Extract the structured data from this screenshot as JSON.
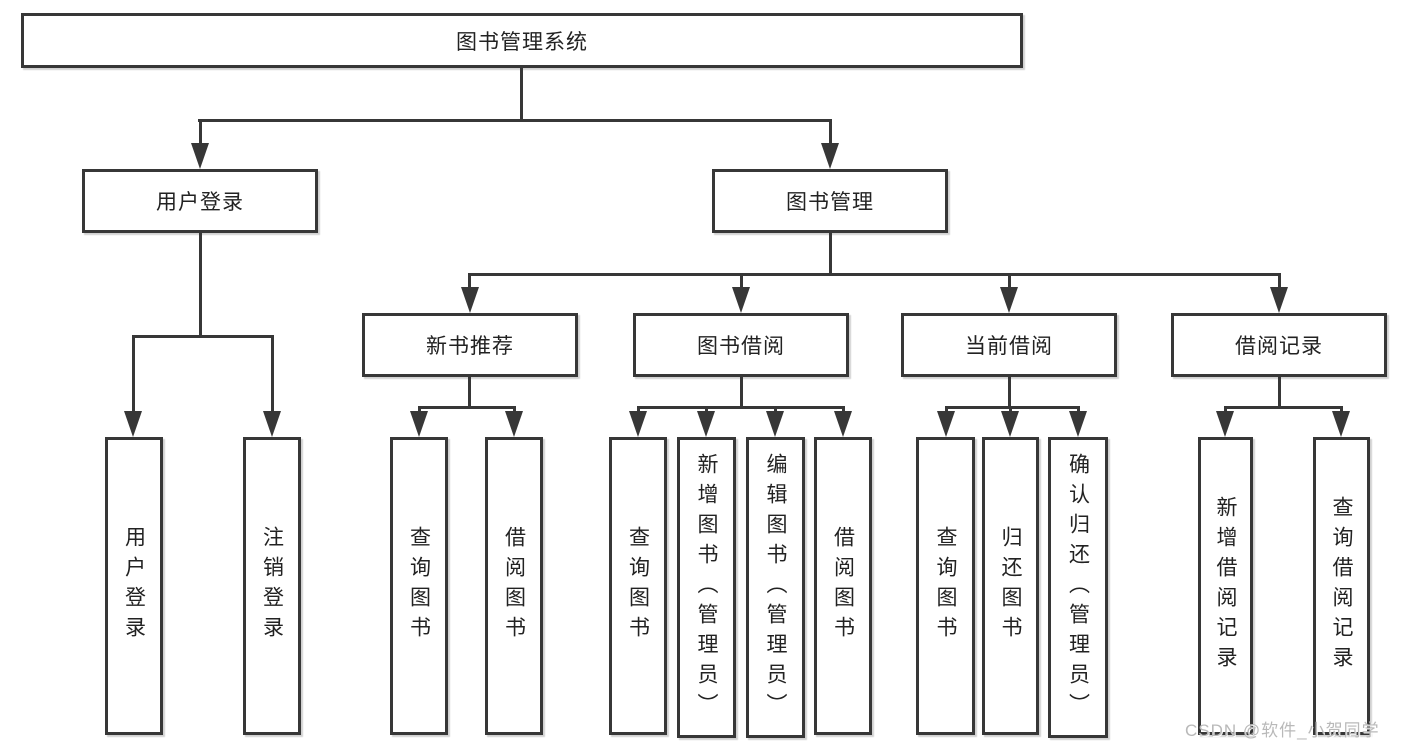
{
  "colors": {
    "line": "#373737",
    "border": "#373737",
    "text": "#222222",
    "watermark": "#b9b9b9",
    "background": "#ffffff"
  },
  "nodes": {
    "root": "图书管理系统",
    "level2": [
      "用户登录",
      "图书管理"
    ],
    "level3": [
      "新书推荐",
      "图书借阅",
      "当前借阅",
      "借阅记录"
    ],
    "leaves_user": [
      "用户登录",
      "注销登录"
    ],
    "leaves_recommend": [
      "查询图书",
      "借阅图书"
    ],
    "leaves_borrow": [
      "查询图书",
      "新增图书（管理员）",
      "编辑图书（管理员）",
      "借阅图书"
    ],
    "leaves_current": [
      "查询图书",
      "归还图书",
      "确认归还（管理员）"
    ],
    "leaves_records": [
      "新增借阅记录",
      "查询借阅记录"
    ]
  },
  "watermark": "CSDN @软件_小贺同学"
}
